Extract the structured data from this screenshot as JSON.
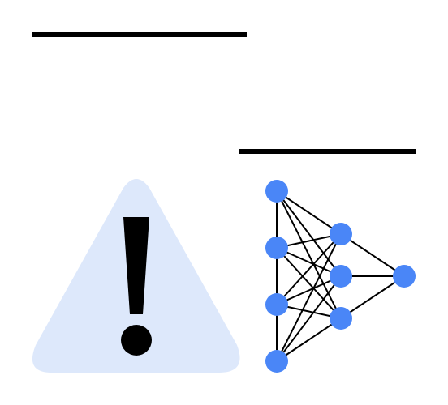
{
  "colors": {
    "background": "#ffffff",
    "rule": "#000000",
    "warning_fill": "#dde8fb",
    "warning_glyph": "#000000",
    "node": "#4a86f7",
    "edge": "#000000"
  },
  "icons": {
    "warning": "warning-triangle-icon",
    "network": "neural-network-icon"
  },
  "network": {
    "layers": [
      4,
      3,
      1
    ]
  }
}
